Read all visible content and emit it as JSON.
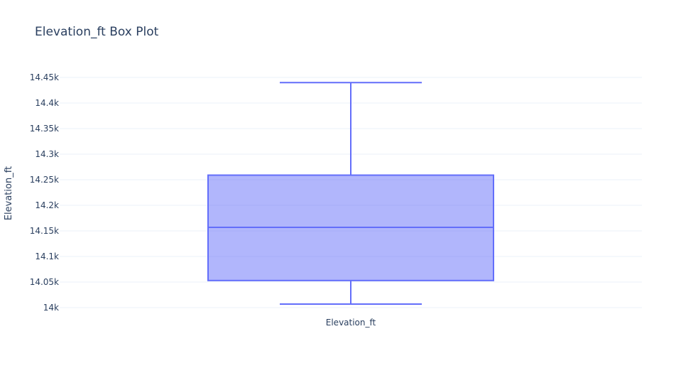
{
  "chart_data": {
    "type": "box",
    "title": "Elevation_ft Box Plot",
    "xlabel": "",
    "ylabel": "Elevation_ft",
    "categories": [
      "Elevation_ft"
    ],
    "ylim": [
      13990,
      14460
    ],
    "yticks": [
      14000,
      14050,
      14100,
      14150,
      14200,
      14250,
      14300,
      14350,
      14400,
      14450
    ],
    "ytick_labels": [
      "14k",
      "14.05k",
      "14.1k",
      "14.15k",
      "14.2k",
      "14.25k",
      "14.3k",
      "14.35k",
      "14.4k",
      "14.45k"
    ],
    "grid": true,
    "series": [
      {
        "min": 14007,
        "q1": 14053,
        "median": 14157,
        "q3": 14259,
        "max": 14440
      }
    ],
    "colors": {
      "box_fill": "#636efa",
      "box_line": "#636efa",
      "grid": "#ebf0f8",
      "text": "#2a3f5f"
    }
  }
}
